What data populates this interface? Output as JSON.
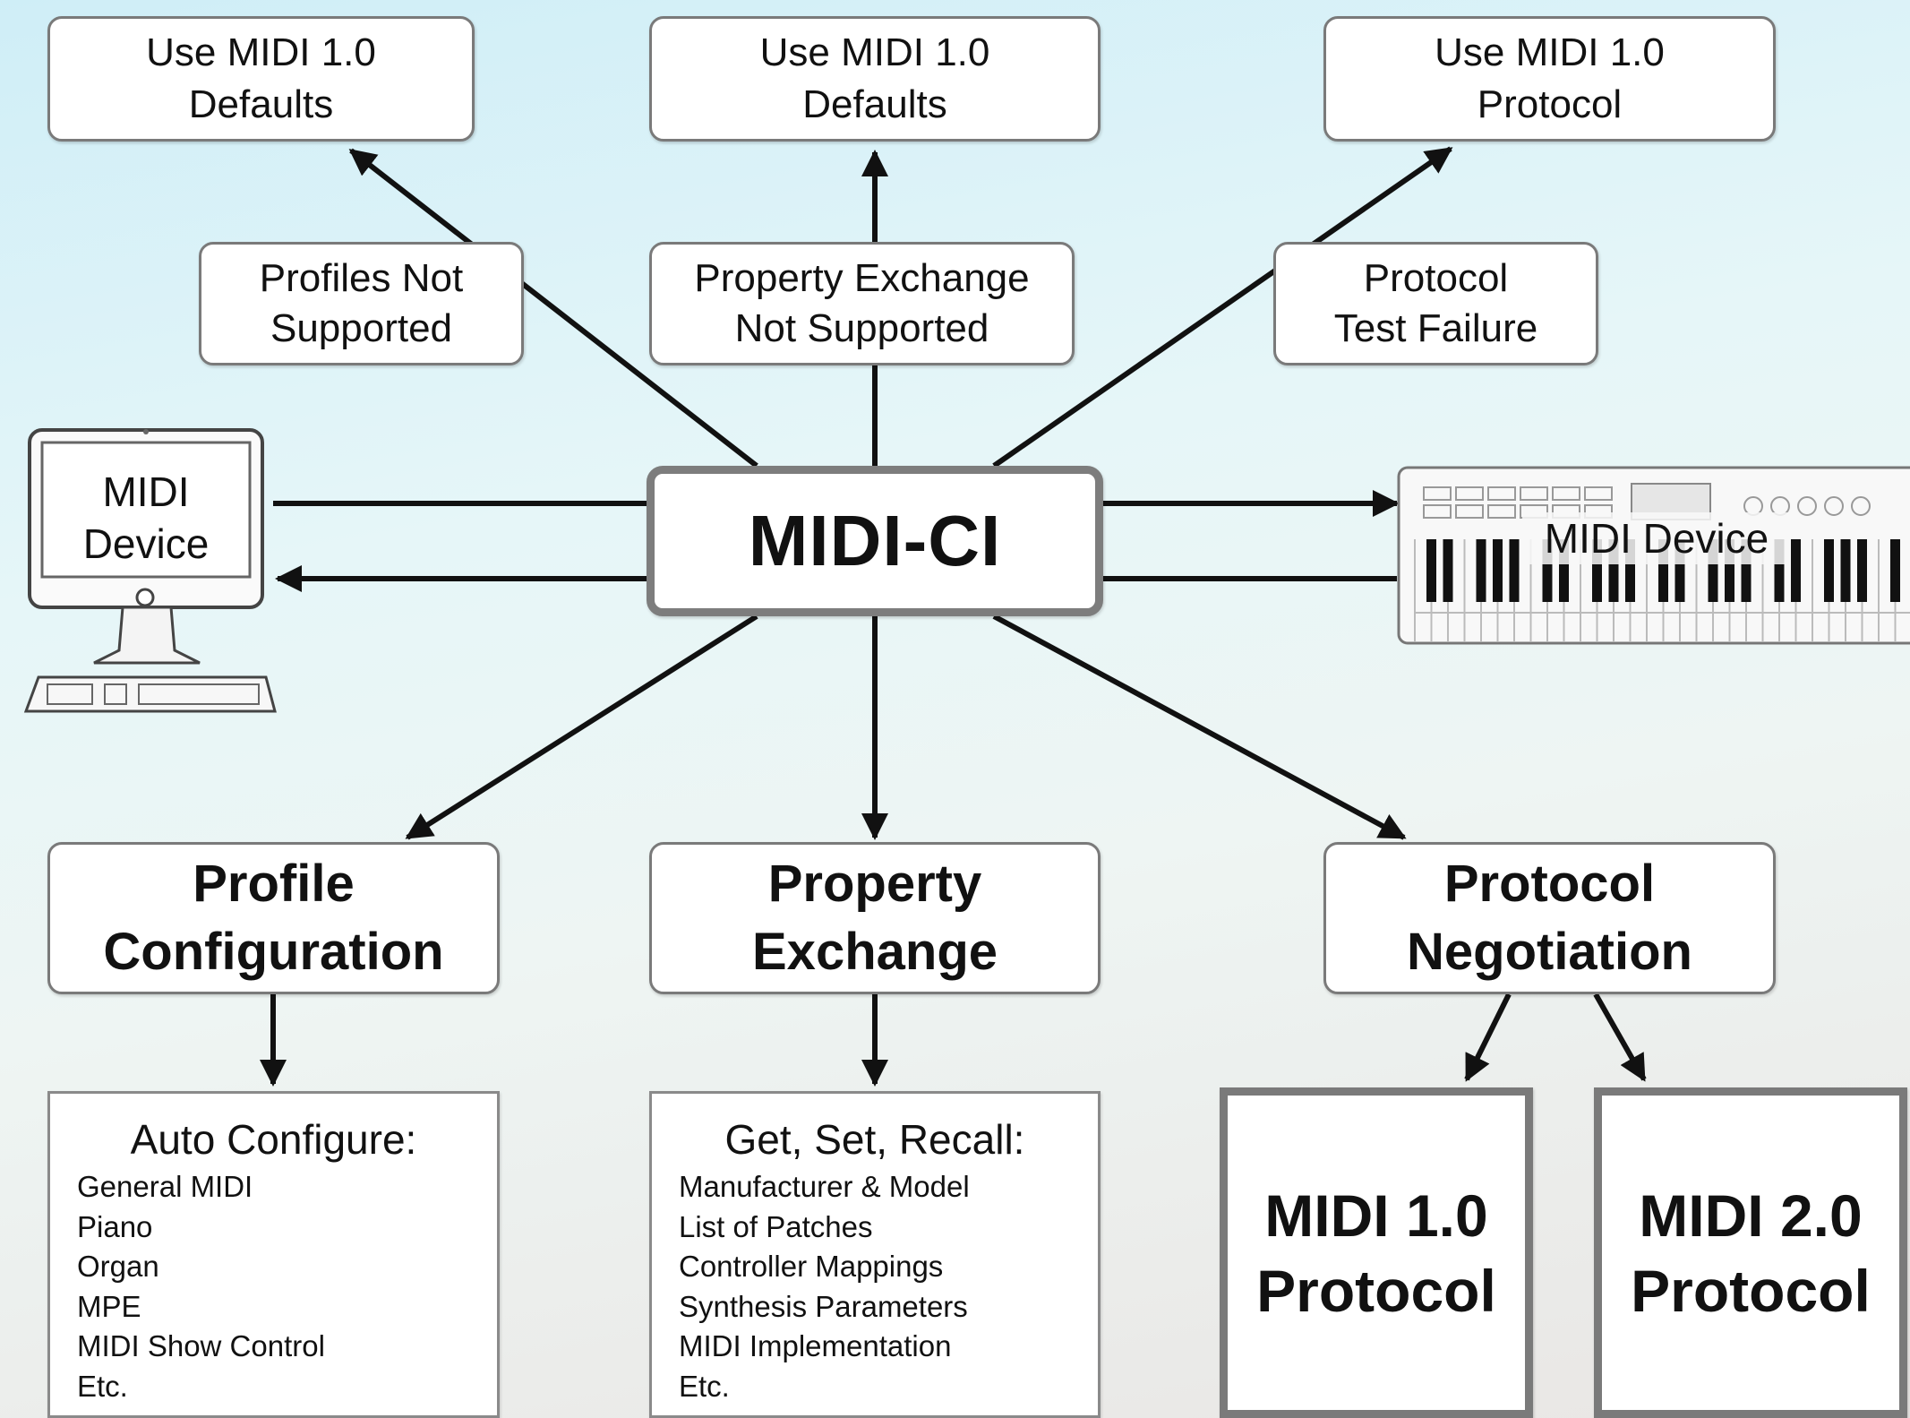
{
  "top_row": {
    "left": [
      "Use MIDI 1.0",
      "Defaults"
    ],
    "center": [
      "Use MIDI 1.0",
      "Defaults"
    ],
    "right": [
      "Use MIDI 1.0",
      "Protocol"
    ]
  },
  "mid_row": {
    "left": [
      "Profiles Not",
      "Supported"
    ],
    "center": [
      "Property Exchange",
      "Not Supported"
    ],
    "right": [
      "Protocol",
      "Test Failure"
    ]
  },
  "center": {
    "label": "MIDI-CI"
  },
  "computer": {
    "label": [
      "MIDI",
      "Device"
    ],
    "icon": "computer-icon"
  },
  "keyboard": {
    "label": "MIDI Device",
    "icon": "keyboard-icon"
  },
  "bottom_row": {
    "left": [
      "Profile",
      "Configuration"
    ],
    "center": [
      "Property",
      "Exchange"
    ],
    "right": [
      "Protocol",
      "Negotiation"
    ]
  },
  "profile_list": {
    "title": "Auto Configure:",
    "items": [
      "General MIDI",
      "Piano",
      "Organ",
      "MPE",
      "MIDI Show Control",
      "Etc."
    ]
  },
  "property_list": {
    "title": "Get, Set, Recall:",
    "items": [
      "Manufacturer & Model",
      "List of Patches",
      "Controller Mappings",
      "Synthesis Parameters",
      "MIDI Implementation",
      "Etc."
    ]
  },
  "protocols": {
    "midi1": [
      "MIDI 1.0",
      "Protocol"
    ],
    "midi2": [
      "MIDI 2.0",
      "Protocol"
    ]
  }
}
